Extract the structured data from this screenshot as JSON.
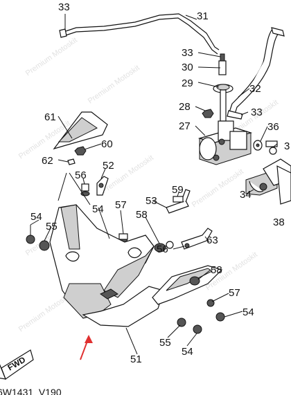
{
  "diagram": {
    "labels": {
      "p33a": "33",
      "p31": "31",
      "p33b": "33",
      "p30": "30",
      "p29": "29",
      "p32": "32",
      "p28": "28",
      "p33c": "33",
      "p27": "27",
      "p36": "36",
      "p3": "3",
      "p61": "61",
      "p60": "60",
      "p62": "62",
      "p56a": "56",
      "p52": "52",
      "p54a": "54",
      "p57a": "57",
      "p53": "53",
      "p59": "59",
      "p58a": "58",
      "p54b": "54",
      "p55a": "55",
      "p63": "63",
      "p56b": "56",
      "p58b": "58",
      "p57b": "57",
      "p54c": "54",
      "p55b": "55",
      "p54d": "54",
      "p51": "51",
      "p34": "34",
      "p38": "38"
    },
    "fwd": "FWD",
    "code": "6W1431_V190",
    "watermark": "Premium Motoskit",
    "arrow_color": "#e03030"
  }
}
